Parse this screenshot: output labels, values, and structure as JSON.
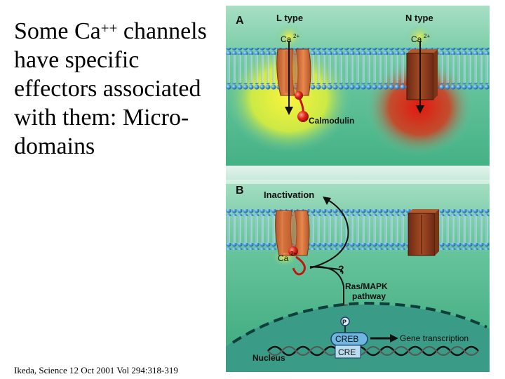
{
  "slide": {
    "title_before_sup": "Some Ca",
    "title_sup": "++",
    "title_after_sup": " channels have specific effectors associated with them: Micro-domains",
    "citation": "Ikeda, Science 12 Oct  2001 Vol 294:318-319"
  },
  "figure": {
    "panel_a": {
      "letter": "A",
      "l_type_label": "L type",
      "n_type_label": "N type",
      "ca_left": "Ca",
      "ca_left_sup": "2+",
      "ca_right": "Ca",
      "ca_right_sup": "2+",
      "calmodulin_label": "Calmodulin"
    },
    "panel_b": {
      "letter": "B",
      "inactivation_label": "Inactivation",
      "ca_label": "Ca",
      "ca_sup": "2+",
      "question_mark": "?",
      "pathway_line1": "Ras/MAPK",
      "pathway_line2": "pathway",
      "p_label": "P",
      "creb_label": "CREB",
      "cre_label": "CRE",
      "gene_transcription_label": "Gene transcription",
      "nucleus_label": "Nucleus"
    },
    "colors": {
      "background_green": "#6cc79f",
      "membrane_blue": "#3b8fd0",
      "channel_orange": "#d8703a",
      "channel_brown": "#8a3a20",
      "calmodulin_red": "#e0261a",
      "yellow_glow": "#f2ee3a",
      "red_glow": "#e02a1a"
    }
  }
}
